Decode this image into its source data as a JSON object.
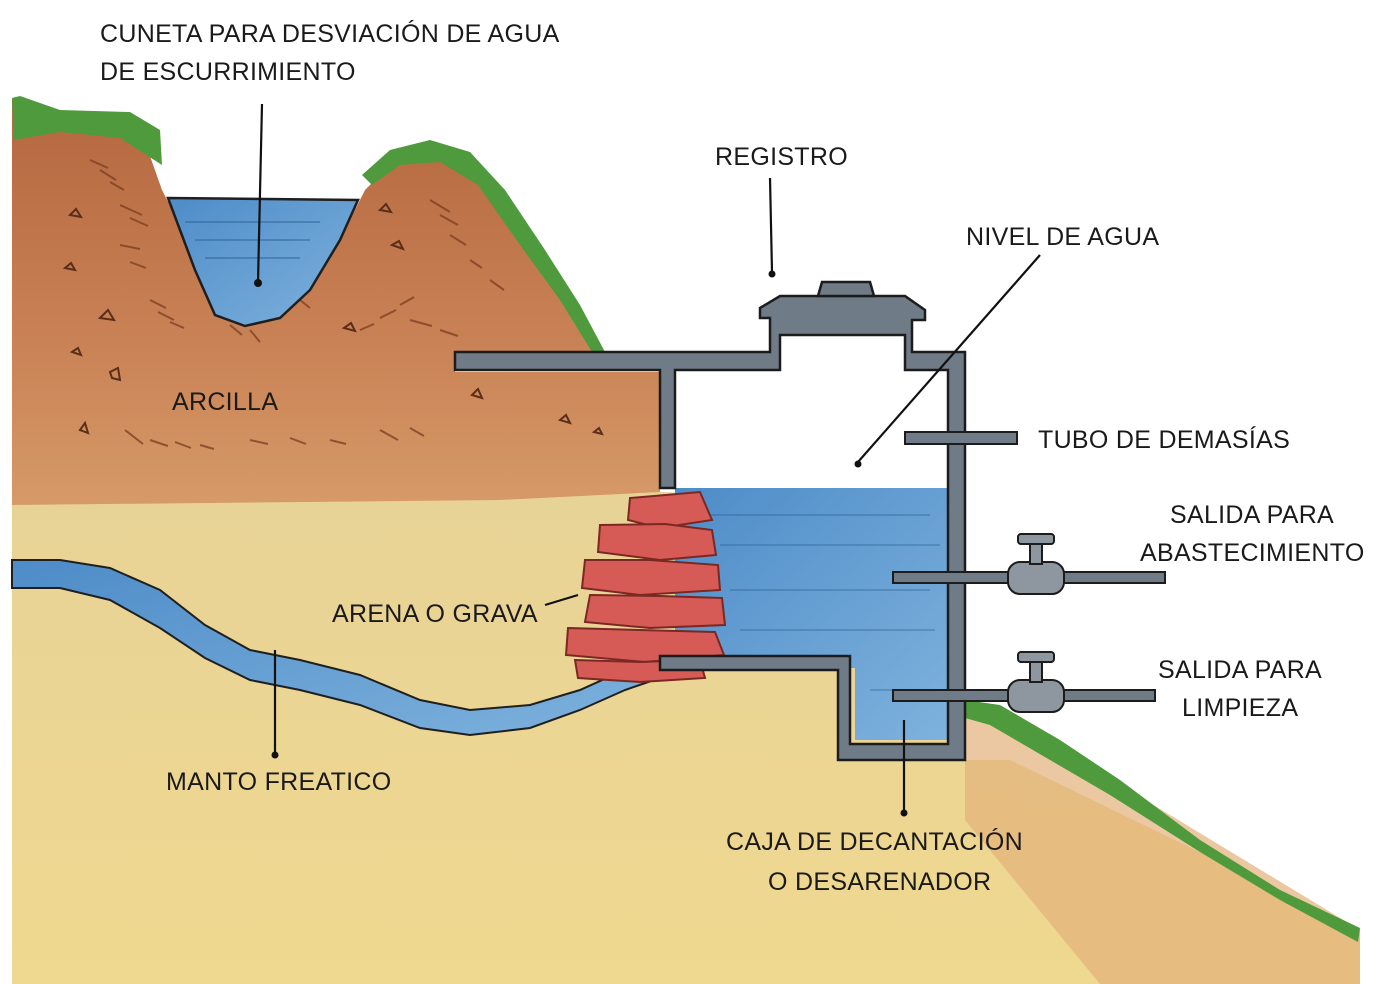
{
  "labels": {
    "cuneta": [
      "CUNETA PARA DESVIACIÓN DE AGUA",
      "DE ESCURRIMIENTO"
    ],
    "registro": "REGISTRO",
    "nivel_agua": "NIVEL DE AGUA",
    "arcilla": "ARCILLA",
    "tubo_demasias": "TUBO DE DEMASÍAS",
    "salida_abastecimiento": [
      "SALIDA PARA",
      "ABASTECIMIENTO"
    ],
    "arena_grava": "ARENA O GRAVA",
    "salida_limpieza": [
      "SALIDA PARA",
      "LIMPIEZA"
    ],
    "manto_freatico": "MANTO FREATICO",
    "caja_decantacion": [
      "CAJA DE DECANTACIÓN",
      "O DESARENADOR"
    ]
  },
  "colors": {
    "clay": "#c77a4e",
    "sand": "#e6cf8f",
    "water": "#5b97cf",
    "grass": "#4f9a3c",
    "structure": "#6f7b86",
    "stones": "#d65a55"
  }
}
